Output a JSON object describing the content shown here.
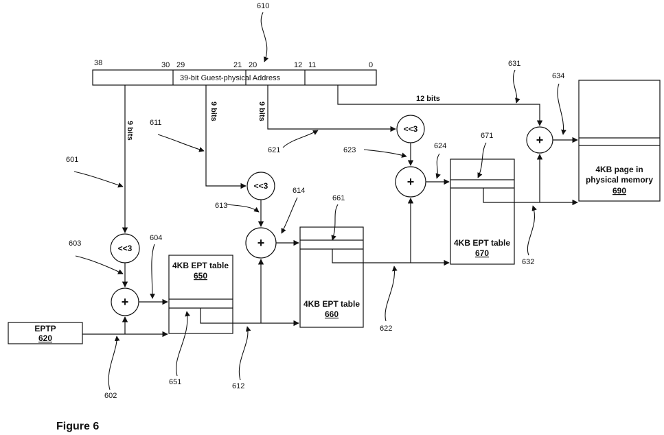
{
  "address": {
    "title": "39-bit Guest-physical Address",
    "bit_labels": [
      "38",
      "30",
      "29",
      "21",
      "20",
      "12",
      "11",
      "0"
    ]
  },
  "eptp": {
    "label": "EPTP",
    "number": "620"
  },
  "tables": [
    {
      "label": "4KB EPT table",
      "number": "650"
    },
    {
      "label": "4KB EPT table",
      "number": "660"
    },
    {
      "label": "4KB EPT table",
      "number": "670"
    }
  ],
  "page": {
    "line1": "4KB page in",
    "line2": "physical memory",
    "number": "690"
  },
  "ops": {
    "shift": "<<3",
    "add": "+"
  },
  "bits": {
    "nine": "9 bits",
    "twelve": "12 bits"
  },
  "refs": {
    "r610": "610",
    "r601": "601",
    "r602": "602",
    "r603": "603",
    "r604": "604",
    "r611": "611",
    "r612": "612",
    "r613": "613",
    "r614": "614",
    "r621": "621",
    "r622": "622",
    "r623": "623",
    "r624": "624",
    "r631": "631",
    "r632": "632",
    "r634": "634",
    "r651": "651",
    "r661": "661",
    "r671": "671"
  },
  "figure_label": "Figure 6"
}
